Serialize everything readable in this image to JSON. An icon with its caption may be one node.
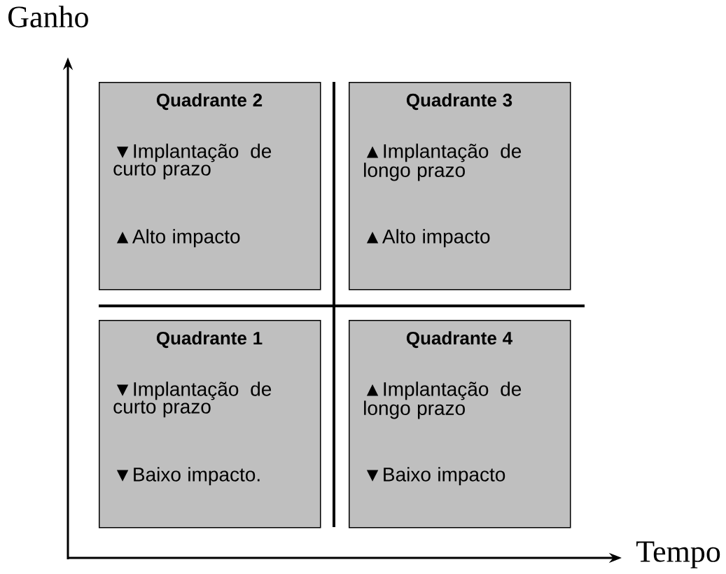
{
  "diagram": {
    "nodes": [
      {
        "text": [
          "Quadrante 2",
          "▼Implantação de curto prazo",
          "▲Alto impacto"
        ]
      },
      {
        "text": [
          "Quadrante 3",
          "▲Implantação de longo prazo",
          "▲Alto impacto"
        ]
      },
      {
        "text": [
          "Quadrante 1",
          "▼Implantação de curto prazo",
          "▼Baixo impacto."
        ]
      },
      {
        "text": [
          "Quadrante 4",
          "▲Implantação de longo prazo",
          "▼Baixo impacto"
        ]
      }
    ],
    "labels": [
      "Ganho",
      "Tempo"
    ]
  }
}
